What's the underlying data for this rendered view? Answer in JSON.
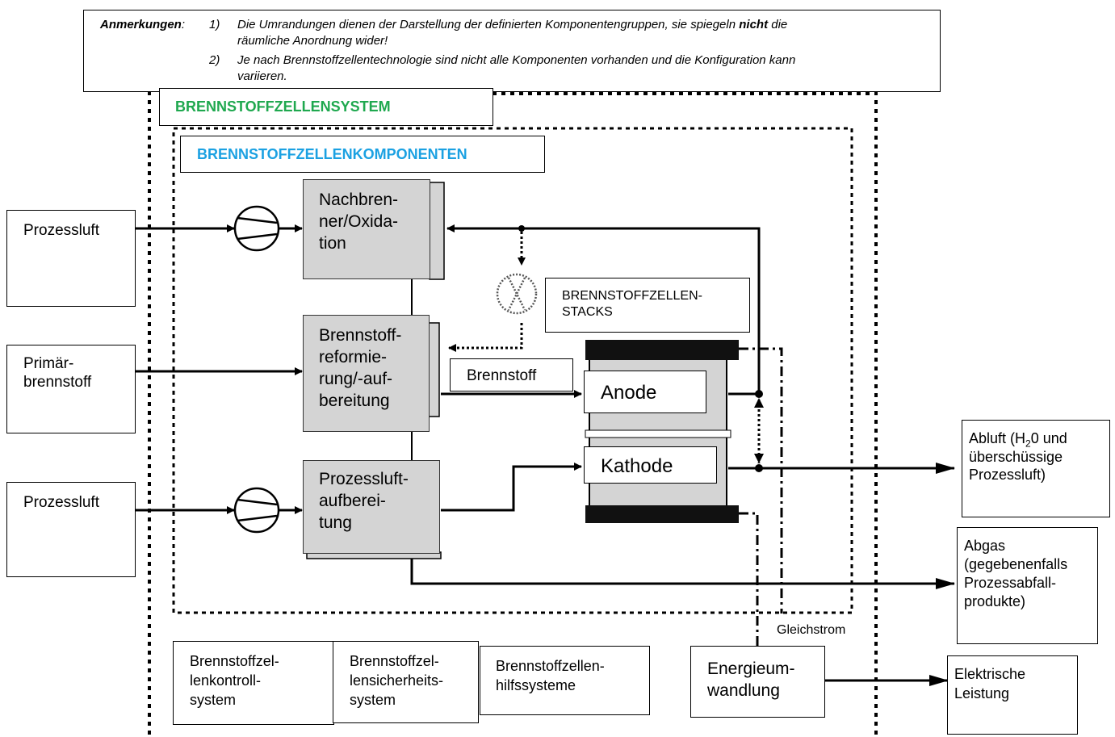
{
  "notes": {
    "heading": "Anmerkungen",
    "colon": ":",
    "n1": "1)",
    "n1_line1_a": "Die Umrandungen dienen der Darstellung der definierten Komponentengruppen, sie spiegeln ",
    "n1_line1_bold": "nicht",
    "n1_line1_b": " die",
    "n1_line2": "räumliche Anordnung wider!",
    "n2": "2)",
    "n2_line1": "Je nach Brennstoffzellentechnologie sind nicht alle Komponenten vorhanden und die Konfiguration kann",
    "n2_line2": "variieren."
  },
  "groups": {
    "system": "BRENNSTOFFZELLENSYSTEM",
    "components": "BRENNSTOFFZELLENKOMPONENTEN",
    "stacks_l1": "BRENNSTOFFZELLEN-",
    "stacks_l2": "STACKS"
  },
  "inputs": {
    "air1": "Prozessluft",
    "fuel_l1": "Primär-",
    "fuel_l2": "brennstoff",
    "air2": "Prozessluft"
  },
  "components": {
    "burner": [
      "Nachbren-",
      "ner/Oxida-",
      "tion"
    ],
    "reformer": [
      "Brennstoff-",
      "reformie-",
      "rung/-auf-",
      "bereitung"
    ],
    "air_prep": [
      "Prozessluft-",
      "aufberei-",
      "tung"
    ],
    "anode": "Anode",
    "cathode": "Kathode",
    "fuel_label": "Brennstoff"
  },
  "outputs": {
    "exhaust_air_l1a": "Abluft  (H",
    "exhaust_air_sub": "2",
    "exhaust_air_l1b": "0   und",
    "exhaust_air_l2": "überschüssige",
    "exhaust_air_l3": "Prozessluft)",
    "exhaust_gas": [
      "Abgas",
      "(gegebenenfalls",
      "Prozessabfall-",
      "produkte)"
    ],
    "dc": "Gleichstrom",
    "energy": [
      "Energieum-",
      "wandlung"
    ],
    "power": [
      "Elektrische",
      "Leistung"
    ]
  },
  "subsystems": {
    "control": [
      "Brennstoffzel-",
      "lenkontroll-",
      "system"
    ],
    "safety": [
      "Brennstoffzel-",
      "lensicherheits-",
      "system"
    ],
    "aux": [
      "Brennstoffzellen-",
      "hilfssysteme"
    ]
  },
  "colors": {
    "system_label": "#1fa84f",
    "components_label": "#1ba1e2",
    "component_fill": "#d4d4d4"
  }
}
